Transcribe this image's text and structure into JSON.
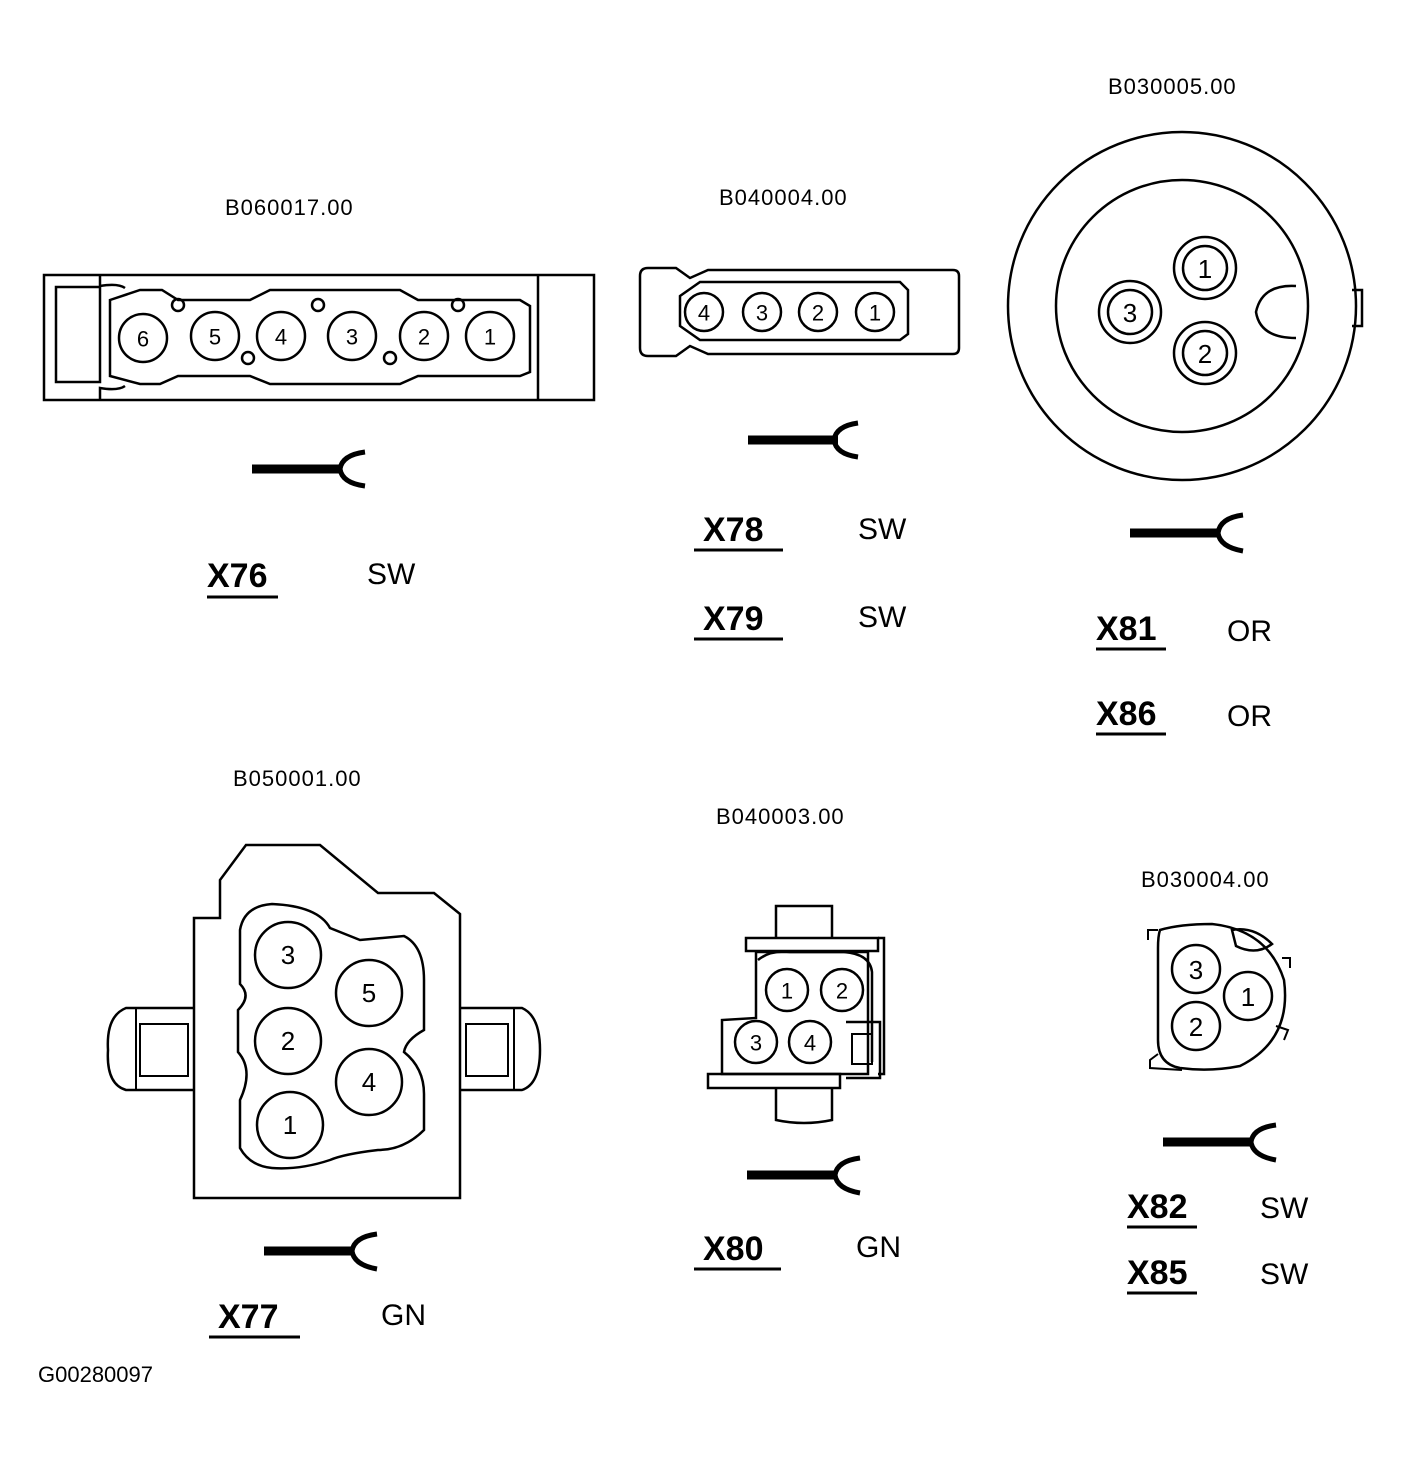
{
  "figure_id": "G00280097",
  "connectors": {
    "x76": {
      "part": "B060017.00",
      "codes": [
        {
          "code": "X76",
          "color": "SW"
        }
      ],
      "pins": [
        "6",
        "5",
        "4",
        "3",
        "2",
        "1"
      ]
    },
    "x78": {
      "part": "B040004.00",
      "codes": [
        {
          "code": "X78",
          "color": "SW"
        },
        {
          "code": "X79",
          "color": "SW"
        }
      ],
      "pins": [
        "4",
        "3",
        "2",
        "1"
      ]
    },
    "x81": {
      "part": "B030005.00",
      "codes": [
        {
          "code": "X81",
          "color": "OR"
        },
        {
          "code": "X86",
          "color": "OR"
        }
      ],
      "pins": [
        "1",
        "2",
        "3"
      ]
    },
    "x77": {
      "part": "B050001.00",
      "codes": [
        {
          "code": "X77",
          "color": "GN"
        }
      ],
      "pins": [
        "3",
        "5",
        "2",
        "4",
        "1"
      ]
    },
    "x80": {
      "part": "B040003.00",
      "codes": [
        {
          "code": "X80",
          "color": "GN"
        }
      ],
      "pins": [
        "1",
        "2",
        "3",
        "4"
      ]
    },
    "x82": {
      "part": "B030004.00",
      "codes": [
        {
          "code": "X82",
          "color": "SW"
        },
        {
          "code": "X85",
          "color": "SW"
        }
      ],
      "pins": [
        "3",
        "1",
        "2"
      ]
    }
  }
}
